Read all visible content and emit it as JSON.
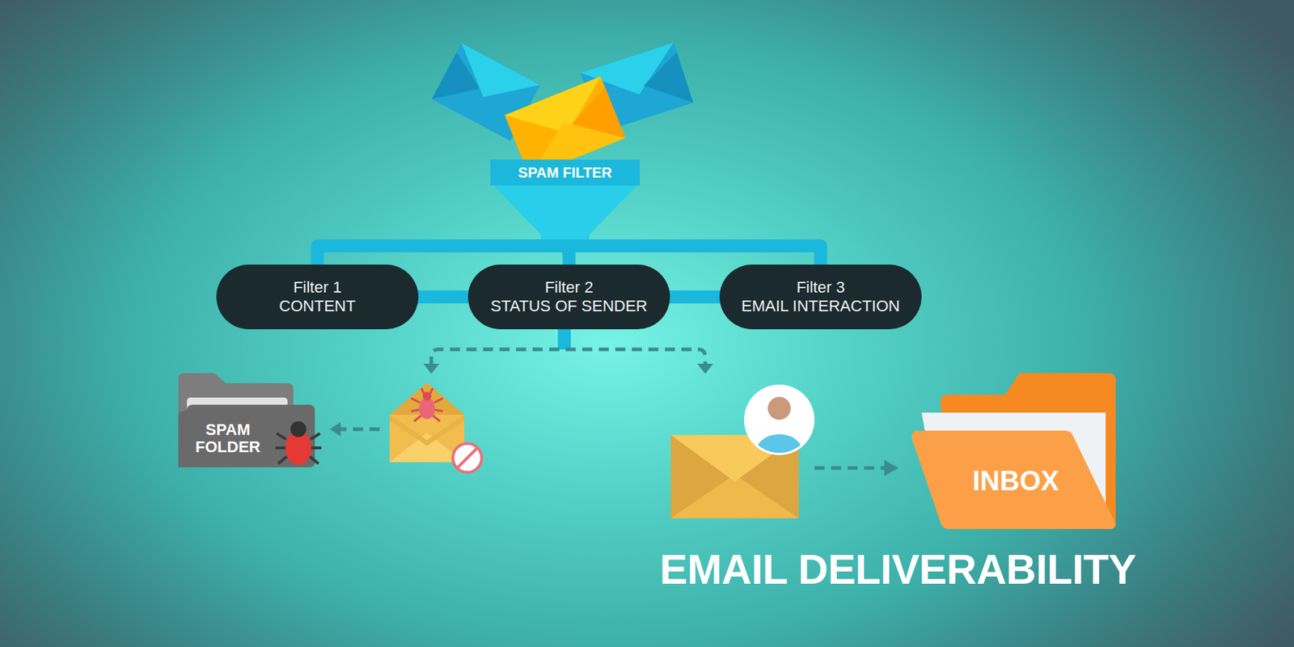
{
  "diagram": {
    "title": "EMAIL DELIVERABILITY",
    "nodes": [
      {
        "text": [
          "SPAM FILTER"
        ]
      },
      {
        "text": [
          "Filter 1",
          "CONTENT"
        ]
      },
      {
        "text": [
          "Filter 2",
          "STATUS OF SENDER"
        ]
      },
      {
        "text": [
          "Filter 3",
          "EMAIL INTERACTION"
        ]
      },
      {
        "text": [
          "SPAM FOLDER"
        ]
      },
      {
        "text": [
          "INBOX"
        ]
      }
    ],
    "edges": [
      {
        "from": 0,
        "to": 1,
        "arrow": "none"
      },
      {
        "from": 0,
        "to": 2,
        "arrow": "none"
      },
      {
        "from": 0,
        "to": 3,
        "arrow": "none"
      }
    ]
  }
}
